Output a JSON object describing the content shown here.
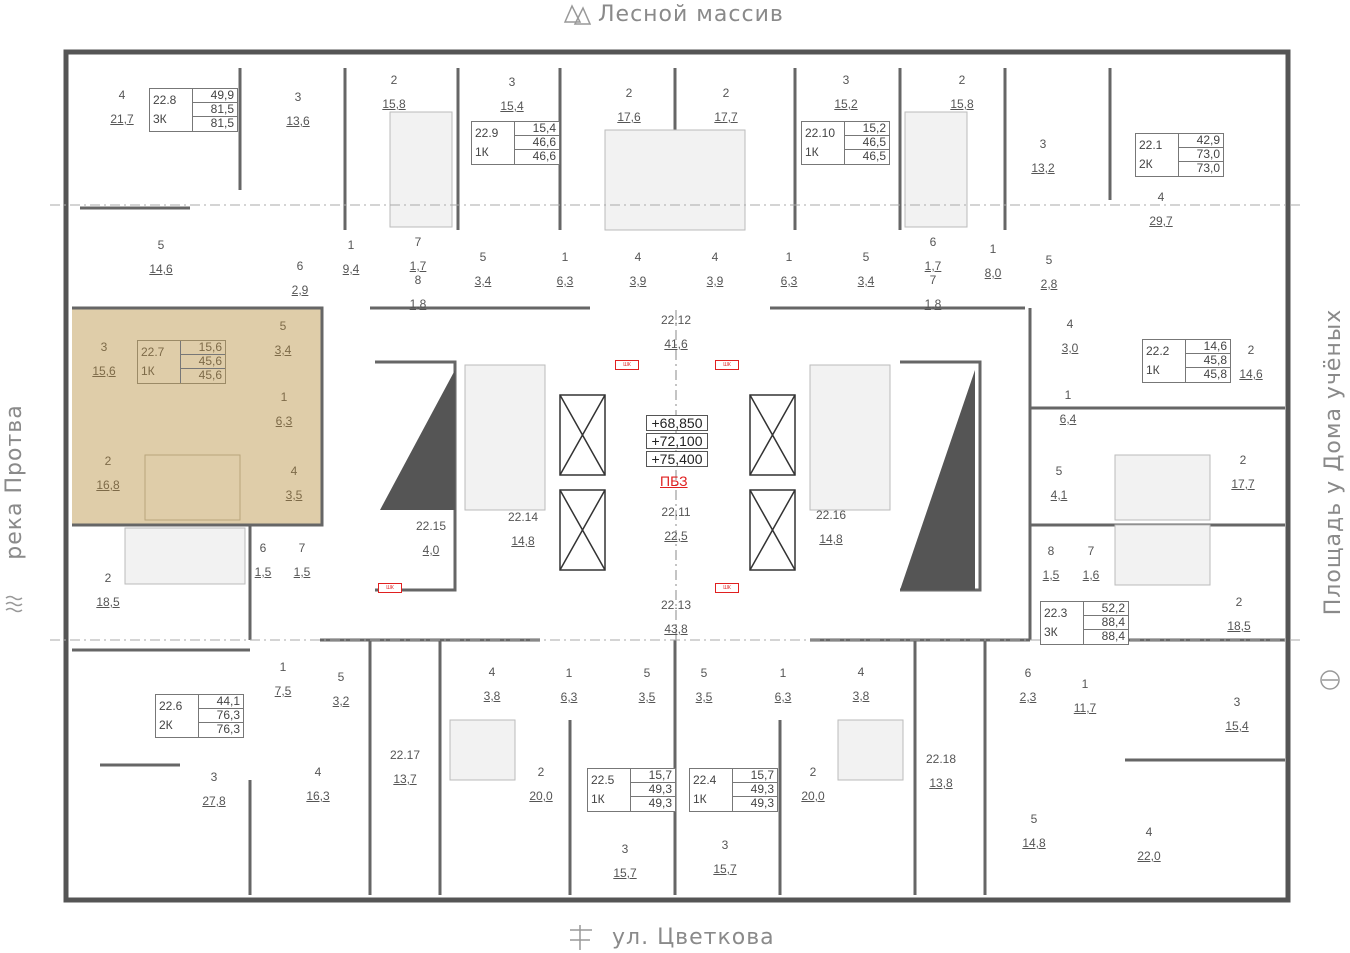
{
  "orientation": {
    "north": "Лесной массив",
    "south": "ул. Цветкова",
    "west": "река Протва",
    "east": "Площадь у Дома учёных"
  },
  "highlight_color": "#d9c49a",
  "selected_apartment": "22.7",
  "rooms": [
    {
      "n": "4",
      "a": "21,7"
    },
    {
      "n": "3",
      "a": "13,6"
    },
    {
      "n": "2",
      "a": "15,8"
    },
    {
      "n": "3",
      "a": "15,4"
    },
    {
      "n": "2",
      "a": "17,6"
    },
    {
      "n": "2",
      "a": "17,7"
    },
    {
      "n": "3",
      "a": "15,2"
    },
    {
      "n": "2",
      "a": "15,8"
    },
    {
      "n": "3",
      "a": "13,2"
    },
    {
      "n": "4",
      "a": "29,7"
    },
    {
      "n": "5",
      "a": "14,6"
    },
    {
      "n": "6",
      "a": "2,9"
    },
    {
      "n": "1",
      "a": "9,4"
    },
    {
      "n": "7",
      "a": "1,7"
    },
    {
      "n": "8",
      "a": "1,8"
    },
    {
      "n": "5",
      "a": "3,4"
    },
    {
      "n": "1",
      "a": "6,3"
    },
    {
      "n": "4",
      "a": "3,9"
    },
    {
      "n": "4",
      "a": "3,9"
    },
    {
      "n": "1",
      "a": "6,3"
    },
    {
      "n": "5",
      "a": "3,4"
    },
    {
      "n": "6",
      "a": "1,7"
    },
    {
      "n": "7",
      "a": "1,8"
    },
    {
      "n": "1",
      "a": "8,0"
    },
    {
      "n": "5",
      "a": "2,8"
    },
    {
      "n": "3",
      "a": "15,6"
    },
    {
      "n": "5",
      "a": "3,4"
    },
    {
      "n": "1",
      "a": "6,3"
    },
    {
      "n": "2",
      "a": "16,8"
    },
    {
      "n": "4",
      "a": "3,5"
    },
    {
      "n": "4",
      "a": "3,0"
    },
    {
      "n": "2",
      "a": "14,6"
    },
    {
      "n": "1",
      "a": "6,4"
    },
    {
      "n": "5",
      "a": "4,1"
    },
    {
      "n": "2",
      "a": "17,7"
    },
    {
      "n": "8",
      "a": "1,5"
    },
    {
      "n": "7",
      "a": "1,6"
    },
    {
      "n": "2",
      "a": "18,5"
    },
    {
      "n": "6",
      "a": "1,5"
    },
    {
      "n": "7",
      "a": "1,5"
    },
    {
      "n": "2",
      "a": "18,5"
    },
    {
      "n": "1",
      "a": "7,5"
    },
    {
      "n": "5",
      "a": "3,2"
    },
    {
      "n": "3",
      "a": "27,8"
    },
    {
      "n": "4",
      "a": "16,3"
    },
    {
      "n": "4",
      "a": "3,8"
    },
    {
      "n": "1",
      "a": "6,3"
    },
    {
      "n": "5",
      "a": "3,5"
    },
    {
      "n": "5",
      "a": "3,5"
    },
    {
      "n": "1",
      "a": "6,3"
    },
    {
      "n": "4",
      "a": "3,8"
    },
    {
      "n": "2",
      "a": "20,0"
    },
    {
      "n": "2",
      "a": "20,0"
    },
    {
      "n": "3",
      "a": "15,7"
    },
    {
      "n": "3",
      "a": "15,7"
    },
    {
      "n": "6",
      "a": "2,3"
    },
    {
      "n": "1",
      "a": "11,7"
    },
    {
      "n": "3",
      "a": "15,4"
    },
    {
      "n": "5",
      "a": "14,8"
    },
    {
      "n": "4",
      "a": "22,0"
    },
    {
      "n": "22.12",
      "a": "41,6"
    },
    {
      "n": "22.11",
      "a": "22,5"
    },
    {
      "n": "22.13",
      "a": "43,8"
    },
    {
      "n": "22.14",
      "a": "14,8"
    },
    {
      "n": "22.15",
      "a": "4,0"
    },
    {
      "n": "22.16",
      "a": "14,8"
    },
    {
      "n": "22.17",
      "a": "13,7"
    },
    {
      "n": "22.18",
      "a": "13,8"
    }
  ],
  "apartments": [
    {
      "id": "22.8",
      "type": "3К",
      "v": [
        "49,9",
        "81,5",
        "81,5"
      ]
    },
    {
      "id": "22.9",
      "type": "1К",
      "v": [
        "15,4",
        "46,6",
        "46,6"
      ]
    },
    {
      "id": "22.10",
      "type": "1К",
      "v": [
        "15,2",
        "46,5",
        "46,5"
      ]
    },
    {
      "id": "22.1",
      "type": "2К",
      "v": [
        "42,9",
        "73,0",
        "73,0"
      ]
    },
    {
      "id": "22.7",
      "type": "1К",
      "v": [
        "15,6",
        "45,6",
        "45,6"
      ]
    },
    {
      "id": "22.2",
      "type": "1К",
      "v": [
        "14,6",
        "45,8",
        "45,8"
      ]
    },
    {
      "id": "22.3",
      "type": "3К",
      "v": [
        "52,2",
        "88,4",
        "88,4"
      ]
    },
    {
      "id": "22.6",
      "type": "2К",
      "v": [
        "44,1",
        "76,3",
        "76,3"
      ]
    },
    {
      "id": "22.5",
      "type": "1К",
      "v": [
        "15,7",
        "49,3",
        "49,3"
      ]
    },
    {
      "id": "22.4",
      "type": "1К",
      "v": [
        "15,7",
        "49,3",
        "49,3"
      ]
    }
  ],
  "core": {
    "elevations": [
      "+68,850",
      "+72,100",
      "+75,400"
    ],
    "zone_label": "ПБЗ",
    "cabinet_label": "ШК"
  }
}
